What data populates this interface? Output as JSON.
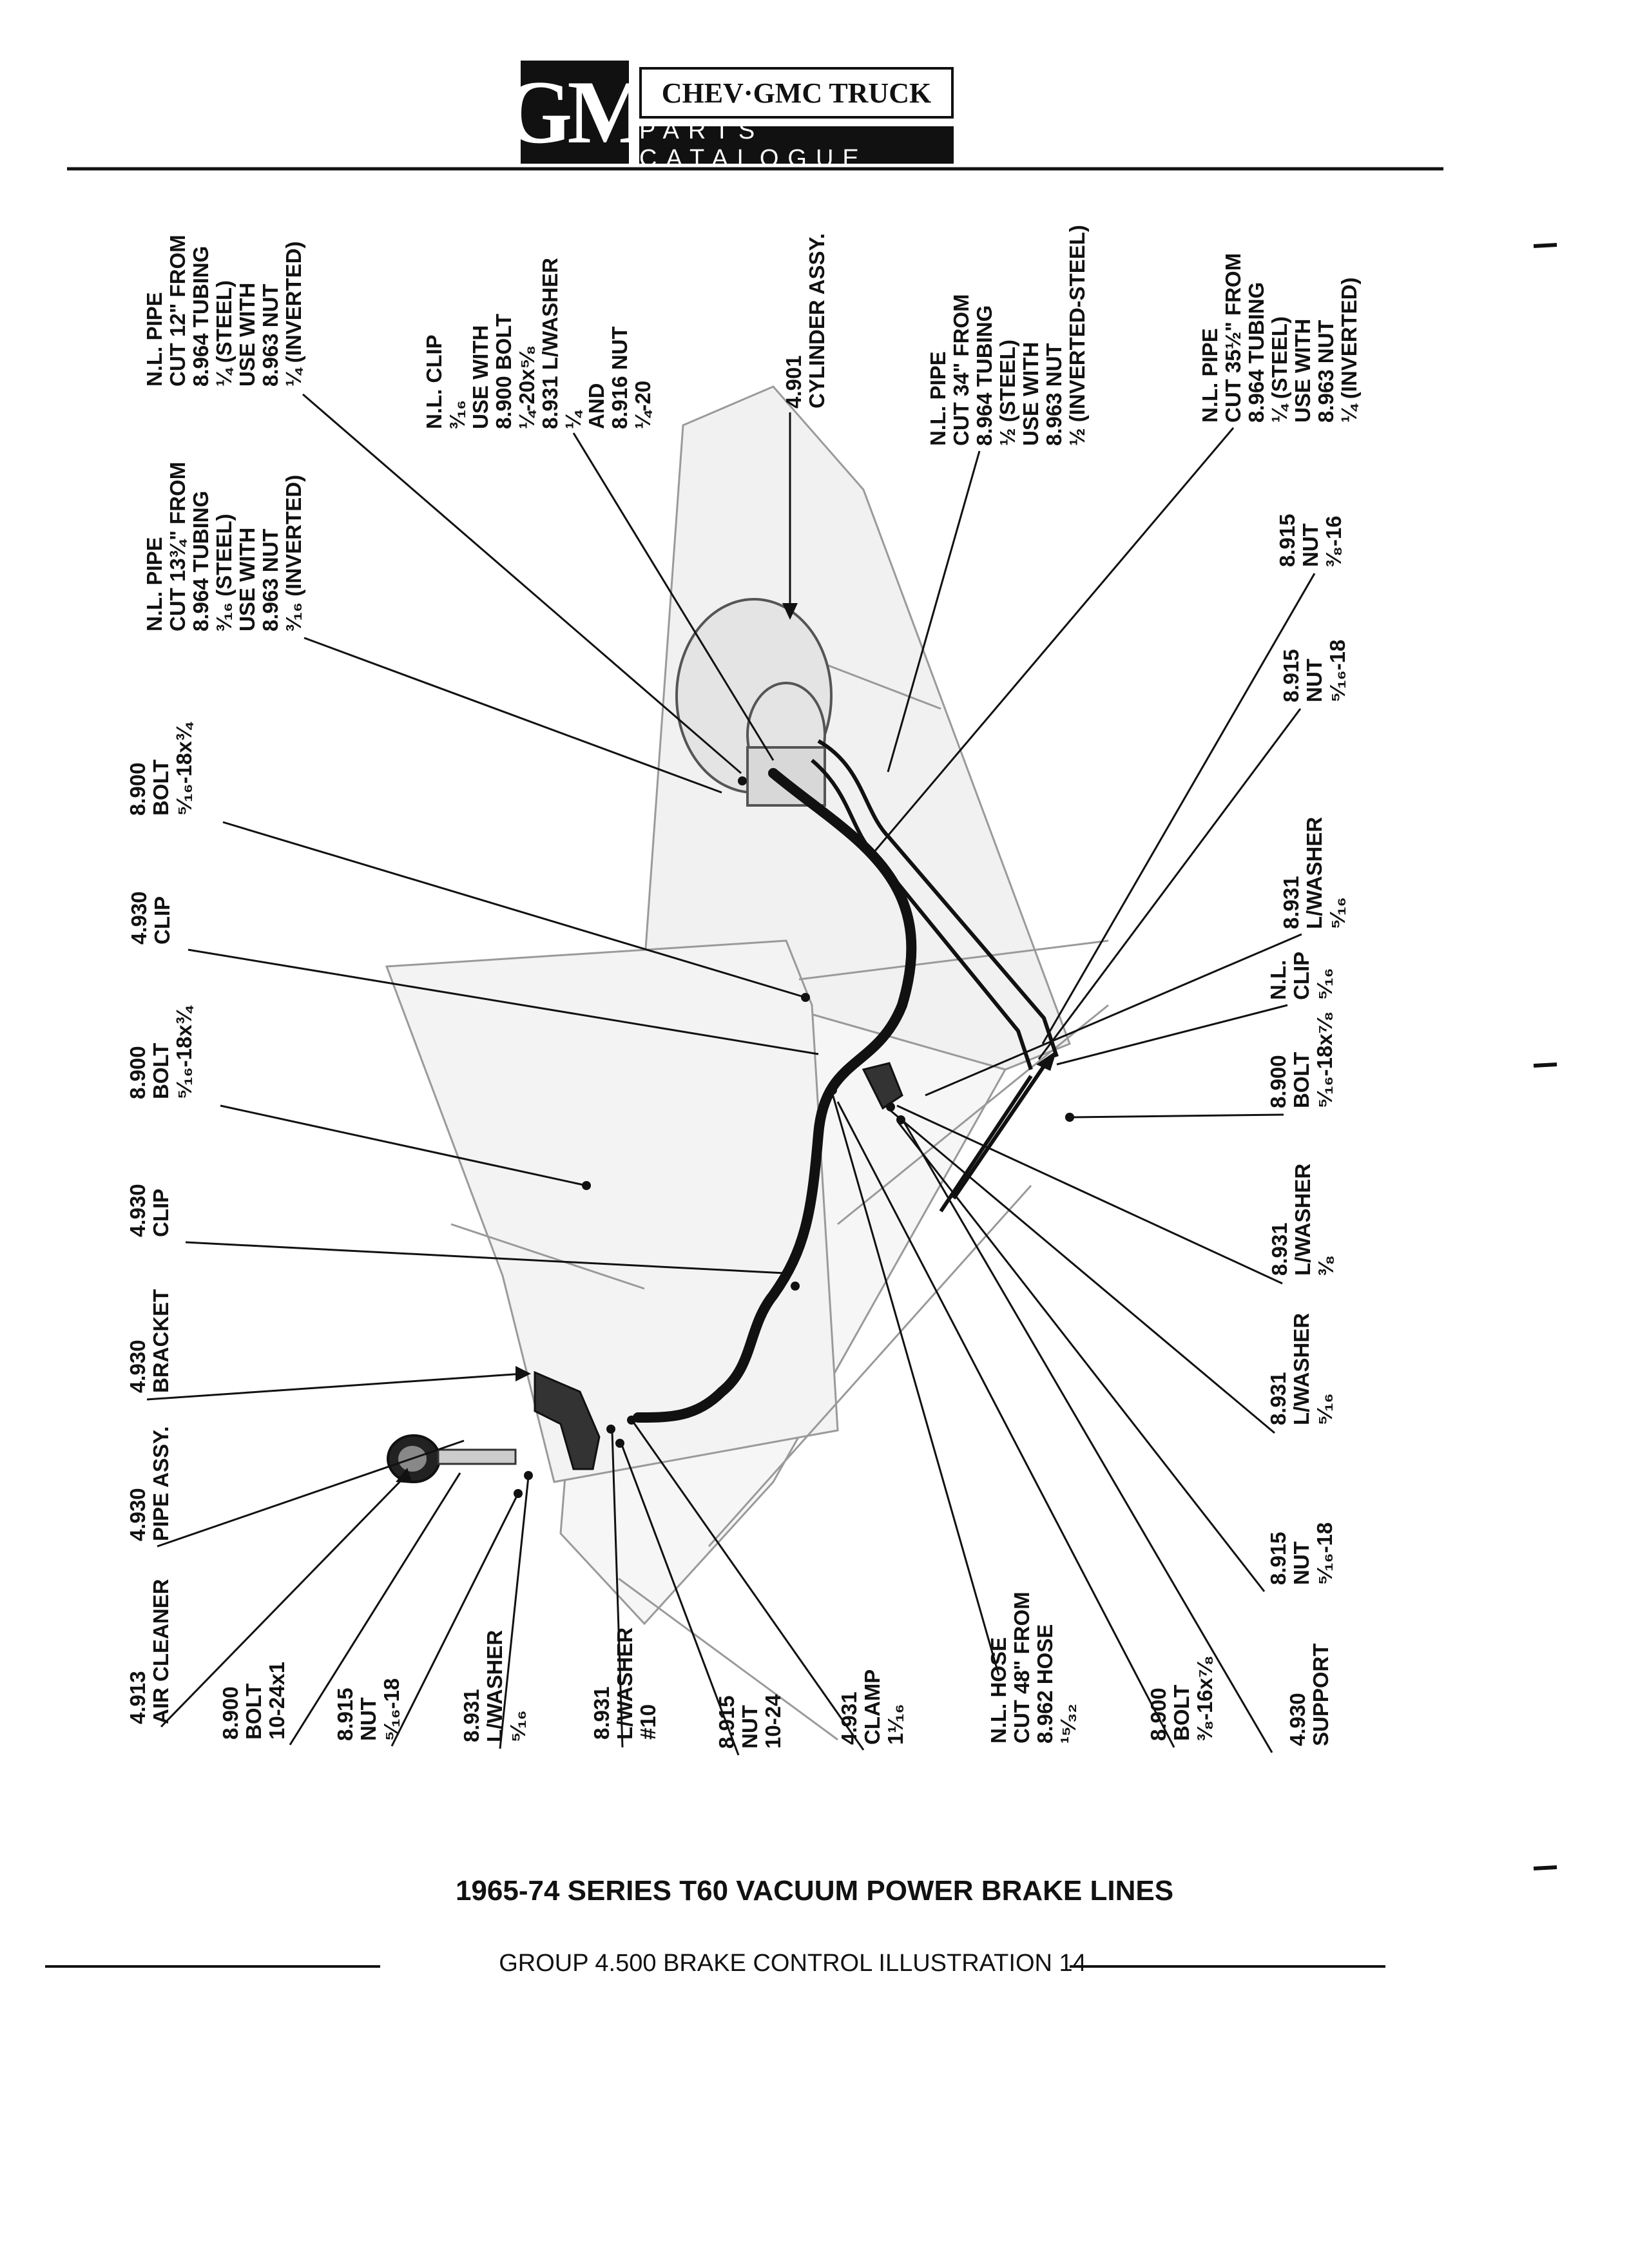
{
  "header": {
    "logo_text": "GM",
    "brand_title": "CHEV·GMC TRUCK",
    "catalogue_subtitle": "PARTS CATALOGUE"
  },
  "title": "1965-74 SERIES T60 VACUUM POWER BRAKE LINES",
  "footer": "GROUP 4.500 BRAKE CONTROL ILLUSTRATION 14",
  "callouts": [
    {
      "id": "pipe-12",
      "lines": [
        "N.L. PIPE",
        "CUT 12\" FROM",
        "8.964 TUBING",
        "¼ (STEEL)",
        "USE WITH",
        "8.963 NUT",
        "¼ (INVERTED)"
      ]
    },
    {
      "id": "clip-3-16",
      "lines": [
        "N.L. CLIP",
        "³⁄₁₆",
        "USE WITH",
        "8.900 BOLT",
        "¼-20x⁵⁄₈",
        "8.931 L/WASHER",
        "¼",
        "AND",
        "8.916 NUT",
        "¼-20"
      ]
    },
    {
      "id": "cylinder",
      "lines": [
        "4.901",
        "CYLINDER ASSY."
      ]
    },
    {
      "id": "pipe-34",
      "lines": [
        "N.L. PIPE",
        "CUT 34\" FROM",
        "8.964 TUBING",
        "½ (STEEL)",
        "USE WITH",
        "8.963 NUT",
        "½ (INVERTED-STEEL)"
      ]
    },
    {
      "id": "pipe-35",
      "lines": [
        "N.L. PIPE",
        "CUT 35½\" FROM",
        "8.964 TUBING",
        "¼ (STEEL)",
        "USE WITH",
        "8.963 NUT",
        "¼ (INVERTED)"
      ]
    },
    {
      "id": "pipe-13",
      "lines": [
        "N.L. PIPE",
        "CUT 13¾\" FROM",
        "8.964 TUBING",
        "³⁄₁₆ (STEEL)",
        "USE WITH",
        "8.963 NUT",
        "³⁄₁₆ (INVERTED)"
      ]
    },
    {
      "id": "nut-3-8-16",
      "lines": [
        "8.915",
        "NUT",
        "³⁄₈-16"
      ]
    },
    {
      "id": "nut-5-16-18-top",
      "lines": [
        "8.915",
        "NUT",
        "⁵⁄₁₆-18"
      ]
    },
    {
      "id": "bolt-top",
      "lines": [
        "8.900",
        "BOLT",
        "⁵⁄₁₆-18x¾"
      ]
    },
    {
      "id": "lwasher-5-16-top",
      "lines": [
        "8.931",
        "L/WASHER",
        "⁵⁄₁₆"
      ]
    },
    {
      "id": "clip-top",
      "lines": [
        "4.930",
        "CLIP"
      ]
    },
    {
      "id": "nl-clip-5-16",
      "lines": [
        "N.L.",
        "CLIP",
        "⁵⁄₁₆"
      ]
    },
    {
      "id": "bolt-mid",
      "lines": [
        "8.900",
        "BOLT",
        "⁵⁄₁₆-18x¾"
      ]
    },
    {
      "id": "bolt-right",
      "lines": [
        "8.900",
        "BOLT",
        "⁵⁄₁₆-18x⁷⁄₈"
      ]
    },
    {
      "id": "clip-low",
      "lines": [
        "4.930",
        "CLIP"
      ]
    },
    {
      "id": "lwasher-3-8",
      "lines": [
        "8.931",
        "L/WASHER",
        "³⁄₈"
      ]
    },
    {
      "id": "bracket",
      "lines": [
        "4.930",
        "BRACKET"
      ]
    },
    {
      "id": "lwasher-5-16-low",
      "lines": [
        "8.931",
        "L/WASHER",
        "⁵⁄₁₆"
      ]
    },
    {
      "id": "pipe-assy",
      "lines": [
        "4.930",
        "PIPE ASSY."
      ]
    },
    {
      "id": "nut-5-16-18-low",
      "lines": [
        "8.915",
        "NUT",
        "⁵⁄₁₆-18"
      ]
    },
    {
      "id": "air-cleaner",
      "lines": [
        "4.913",
        "AIR CLEANER"
      ]
    },
    {
      "id": "bolt-10-24",
      "lines": [
        "8.900",
        "BOLT",
        "10-24x1"
      ]
    },
    {
      "id": "nut-5-16-bottom",
      "lines": [
        "8.915",
        "NUT",
        "⁵⁄₁₆-18"
      ]
    },
    {
      "id": "lwasher-5-16-bottom",
      "lines": [
        "8.931",
        "L/WASHER",
        "⁵⁄₁₆"
      ]
    },
    {
      "id": "lwasher-10",
      "lines": [
        "8.931",
        "L/WASHER",
        "#10"
      ]
    },
    {
      "id": "nut-10-24",
      "lines": [
        "8.915",
        "NUT",
        "10-24"
      ]
    },
    {
      "id": "clamp",
      "lines": [
        "4.931",
        "CLAMP",
        "1¹⁄₁₆"
      ]
    },
    {
      "id": "hose-48",
      "lines": [
        "N.L. HOSE",
        "CUT 48\" FROM",
        "8.962 HOSE",
        "¹⁵⁄₃₂"
      ]
    },
    {
      "id": "bolt-3-8",
      "lines": [
        "8.900",
        "BOLT",
        "³⁄₈-16x⁷⁄₈"
      ]
    },
    {
      "id": "support",
      "lines": [
        "4.930",
        "SUPPORT"
      ]
    }
  ]
}
